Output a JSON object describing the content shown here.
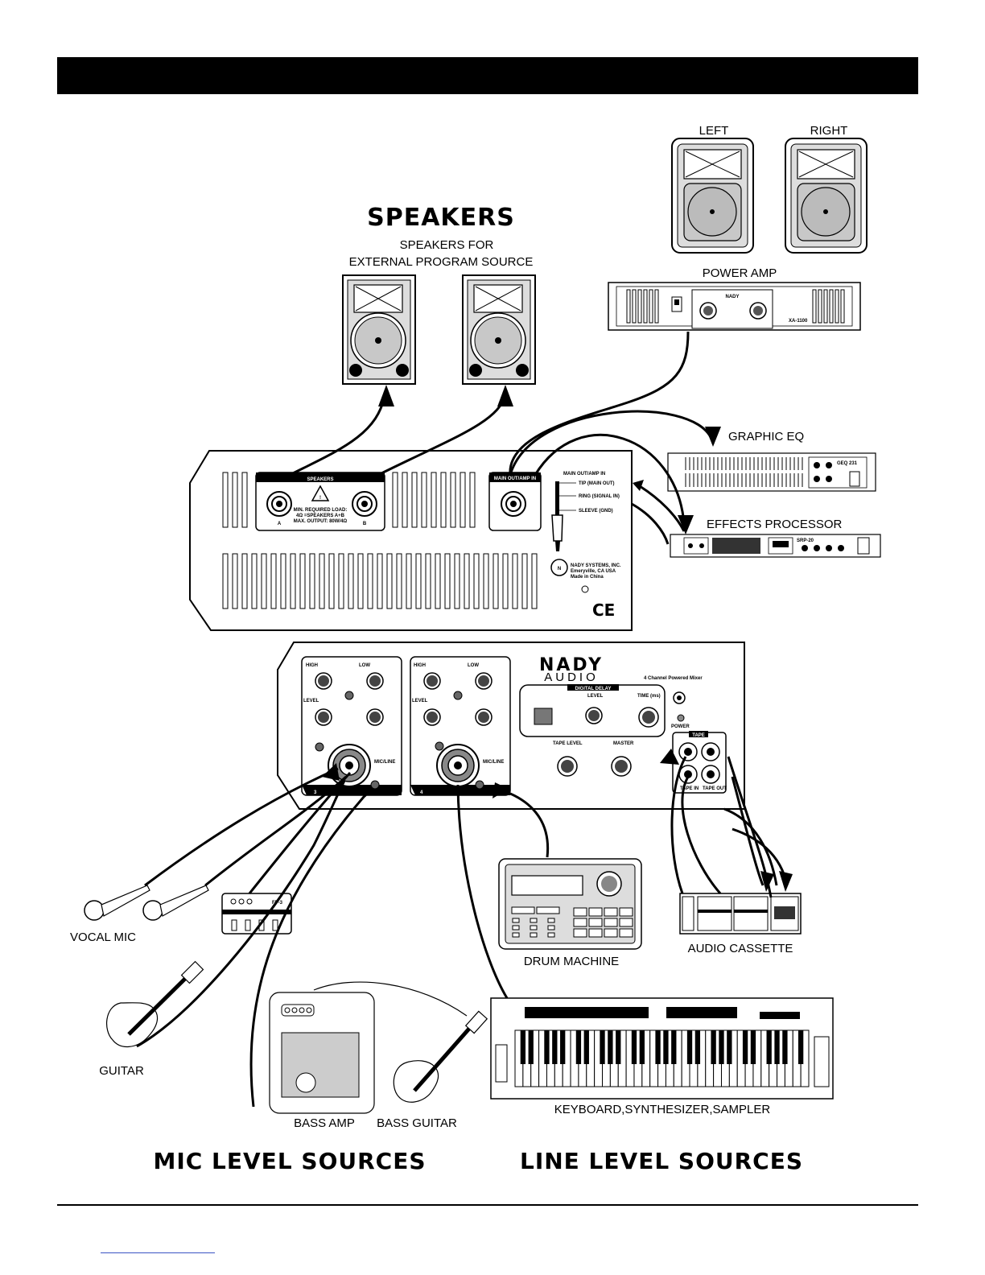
{
  "labels": {
    "speakers_heading": "SPEAKERS",
    "speakers_sub_1": "SPEAKERS FOR",
    "speakers_sub_2": "EXTERNAL PROGRAM SOURCE",
    "left": "LEFT",
    "right": "RIGHT",
    "power_amp": "POWER AMP",
    "graphic_eq": "GRAPHIC EQ",
    "effects_processor": "EFFECTS PROCESSOR",
    "vocal_mic": "VOCAL MIC",
    "guitar": "GUITAR",
    "bass_amp": "BASS AMP",
    "bass_guitar": "BASS GUITAR",
    "drum_machine": "DRUM MACHINE",
    "audio_cassette": "AUDIO CASSETTE",
    "keyboard": "KEYBOARD,SYNTHESIZER,SAMPLER",
    "mic_level_sources": "MIC LEVEL SOURCES",
    "line_level_sources": "LINE LEVEL SOURCES"
  },
  "rear_panel": {
    "speakers_title": "SPEAKERS",
    "load_1": "MIN. REQUIRED LOAD:",
    "load_2": "4Ω =SPEAKERS A+B",
    "load_3": "MAX. OUTPUT: 80W/4Ω",
    "jack_a": "A",
    "jack_b": "B",
    "main_out_title": "MAIN OUT/AMP IN",
    "plug_title": "MAIN OUT/AMP IN",
    "tip": "TIP (MAIN OUT)",
    "ring": "RING (SIGNAL IN)",
    "sleeve": "SLEEVE (GND)",
    "company": "NADY SYSTEMS, INC.",
    "city": "Emeryville, CA USA",
    "made_in": "Made in China",
    "ce_mark": "CE"
  },
  "mixer": {
    "brand_1": "NADY",
    "brand_2": "AUDIO",
    "model": "4 Channel Powered Mixer",
    "high": "HIGH",
    "low": "LOW",
    "level": "LEVEL",
    "mic_line": "MIC/LINE",
    "ch3": "3",
    "ch4": "4",
    "digital_delay": "DIGITAL DELAY",
    "time_ms": "TIME (ms)",
    "tape_level": "TAPE LEVEL",
    "master": "MASTER",
    "power": "POWER",
    "tape": "TAPE",
    "tape_in": "TAPE IN",
    "tape_out": "TAPE OUT"
  },
  "devices": {
    "amp_brand": "NADY",
    "amp_model": "XA-1100",
    "eq_model": "GEQ 231",
    "fx_model": "SRP-20",
    "pedal": "FP-3"
  }
}
